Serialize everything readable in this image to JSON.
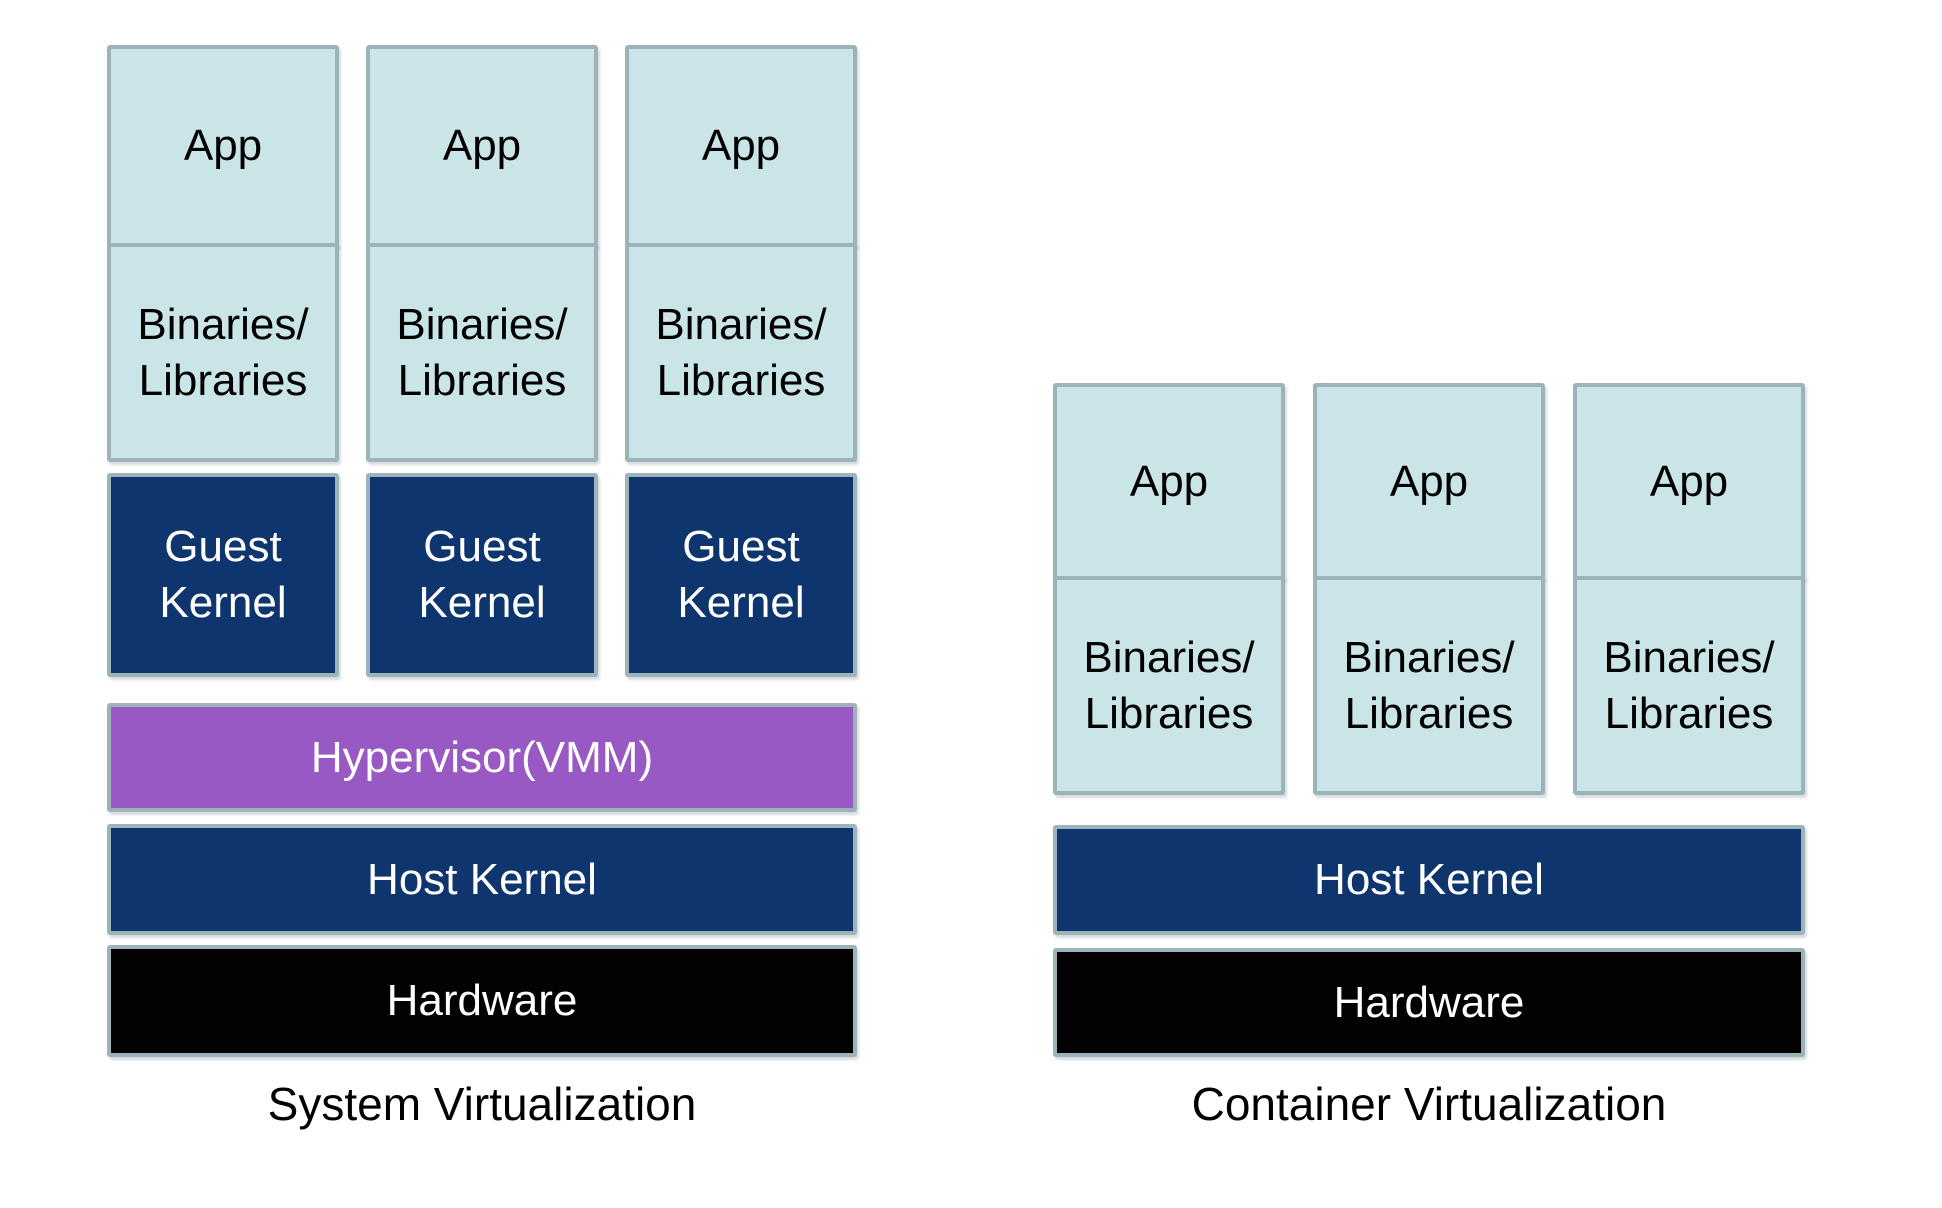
{
  "colors": {
    "background": "#ffffff",
    "box_fill_light": "#cae5e8",
    "box_border": "#9cb3ba",
    "kernel_navy": "#0f356f",
    "hypervisor_purple": "#9859c4",
    "hardware_black": "#020202",
    "text_dark": "#000000",
    "text_light": "#ffffff"
  },
  "left_diagram": {
    "caption": "System Virtualization",
    "columns": [
      {
        "app": "App",
        "binaries_line1": "Binaries/",
        "binaries_line2": "Libraries",
        "kernel_line1": "Guest",
        "kernel_line2": "Kernel"
      },
      {
        "app": "App",
        "binaries_line1": "Binaries/",
        "binaries_line2": "Libraries",
        "kernel_line1": "Guest",
        "kernel_line2": "Kernel"
      },
      {
        "app": "App",
        "binaries_line1": "Binaries/",
        "binaries_line2": "Libraries",
        "kernel_line1": "Guest",
        "kernel_line2": "Kernel"
      }
    ],
    "hypervisor": "Hypervisor(VMM)",
    "host_kernel": "Host Kernel",
    "hardware": "Hardware"
  },
  "right_diagram": {
    "caption": "Container Virtualization",
    "columns": [
      {
        "app": "App",
        "binaries_line1": "Binaries/",
        "binaries_line2": "Libraries"
      },
      {
        "app": "App",
        "binaries_line1": "Binaries/",
        "binaries_line2": "Libraries"
      },
      {
        "app": "App",
        "binaries_line1": "Binaries/",
        "binaries_line2": "Libraries"
      }
    ],
    "host_kernel": "Host Kernel",
    "hardware": "Hardware"
  }
}
